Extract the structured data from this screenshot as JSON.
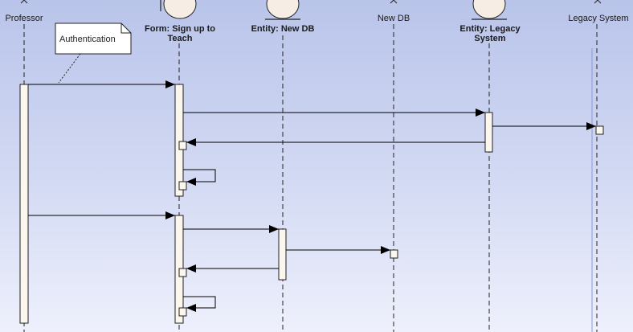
{
  "lifelines": {
    "professor": "Professor",
    "form": "Form: Sign up to\nTeach",
    "entity_new_db": "Entity: New DB",
    "new_db": "New DB",
    "entity_legacy": "Entity: Legacy\nSystem",
    "legacy_system": "Legacy System"
  },
  "note": {
    "text": "Authentication"
  }
}
